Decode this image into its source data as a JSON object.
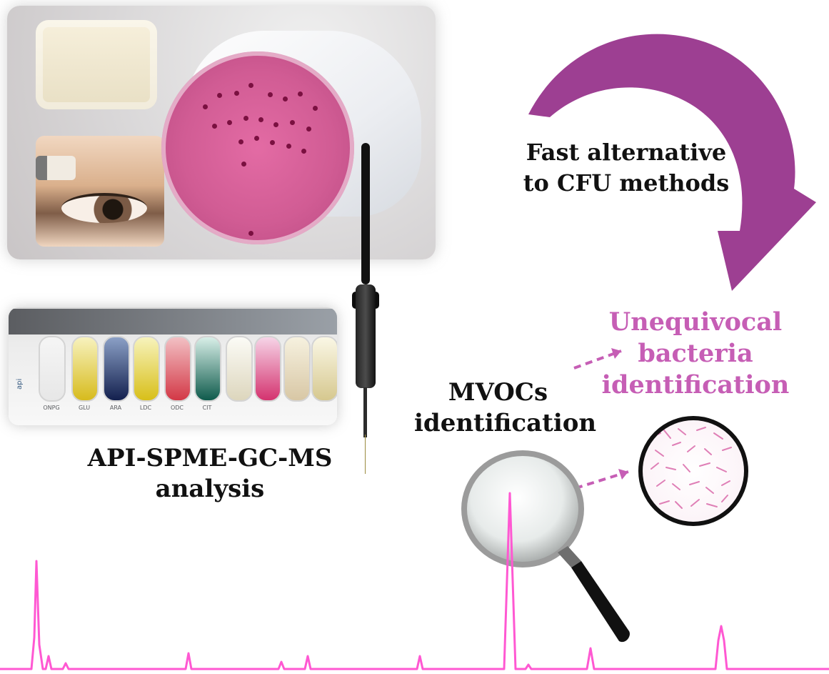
{
  "labels": {
    "fast_line1": "Fast alternative",
    "fast_line2": "to CFU methods",
    "mvoc_line1": "MVOCs",
    "mvoc_line2": "identification",
    "bacteria_line1": "Unequivocal",
    "bacteria_line2": "bacteria",
    "bacteria_line3": "identification",
    "analysis_line1": "API-SPME-GC-MS",
    "analysis_line2": "analysis"
  },
  "api_strip": {
    "brand": "api",
    "codes": [
      "ONPG",
      "GLU",
      "ARA",
      "LDC",
      "ODC",
      "CIT",
      "",
      "",
      "",
      ""
    ]
  },
  "colors": {
    "accent_purple": "#c65eb5",
    "arrow_purple": "#9d3f92",
    "chromatogram_pink": "#ff58d2",
    "text_dark": "#111111"
  },
  "icons": {
    "curved_arrow": "curved-arrow-icon",
    "magnifier": "magnifying-glass-icon",
    "syringe": "spme-syringe-icon",
    "microscope": "microscope-view-icon"
  }
}
